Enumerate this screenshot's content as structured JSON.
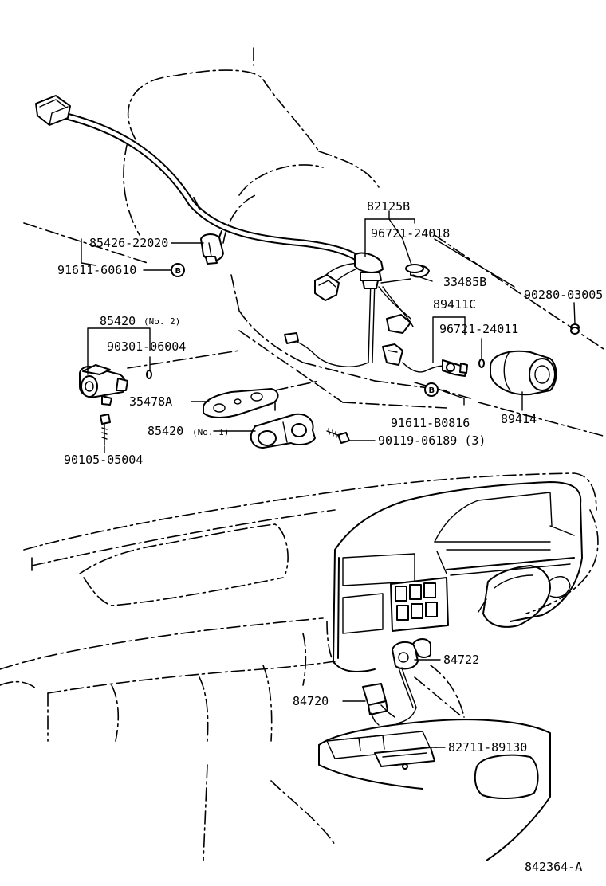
{
  "labels": {
    "p82125B": "82125B",
    "p96721_24018": "96721-24018",
    "p85426_22020": "85426-22020",
    "p91611_60610": "91611-60610",
    "p33485B": "33485B",
    "p90280_03005": "90280-03005",
    "p89411C": "89411C",
    "p85420_no2": "85420",
    "p85420_no2_note": "(No. 2)",
    "p90301_06004": "90301-06004",
    "p96721_24011": "96721-24011",
    "p35478A": "35478A",
    "p91611_B0816": "91611-B0816",
    "p89414": "89414",
    "p85420_no1": "85420",
    "p85420_no1_note": "(No. 1)",
    "p90119_06189": "90119-06189 (3)",
    "p90105_05004": "90105-05004",
    "p84722": "84722",
    "p84720": "84720",
    "p82711_89130": "82711-89130",
    "diagram_code": "842364-A"
  },
  "markers": {
    "b_marker": "B"
  }
}
